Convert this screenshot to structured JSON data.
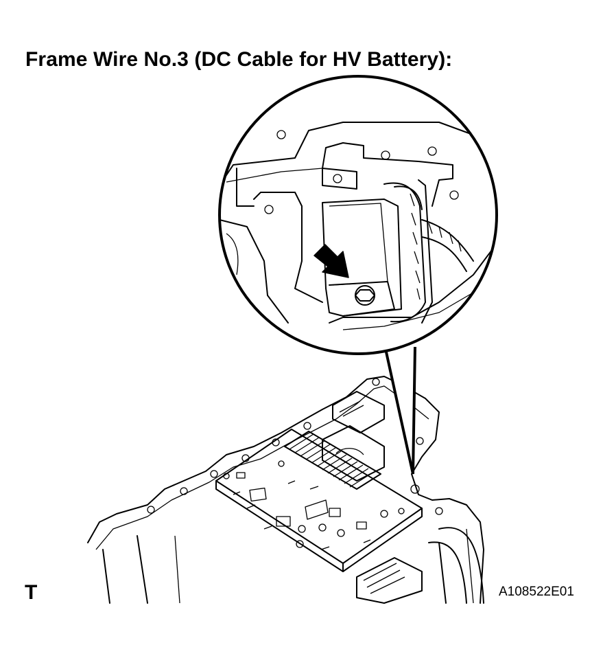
{
  "title": "Frame Wire No.3 (DC Cable for HV Battery):",
  "corner_label": "T",
  "figure_id": "A108522E01"
}
